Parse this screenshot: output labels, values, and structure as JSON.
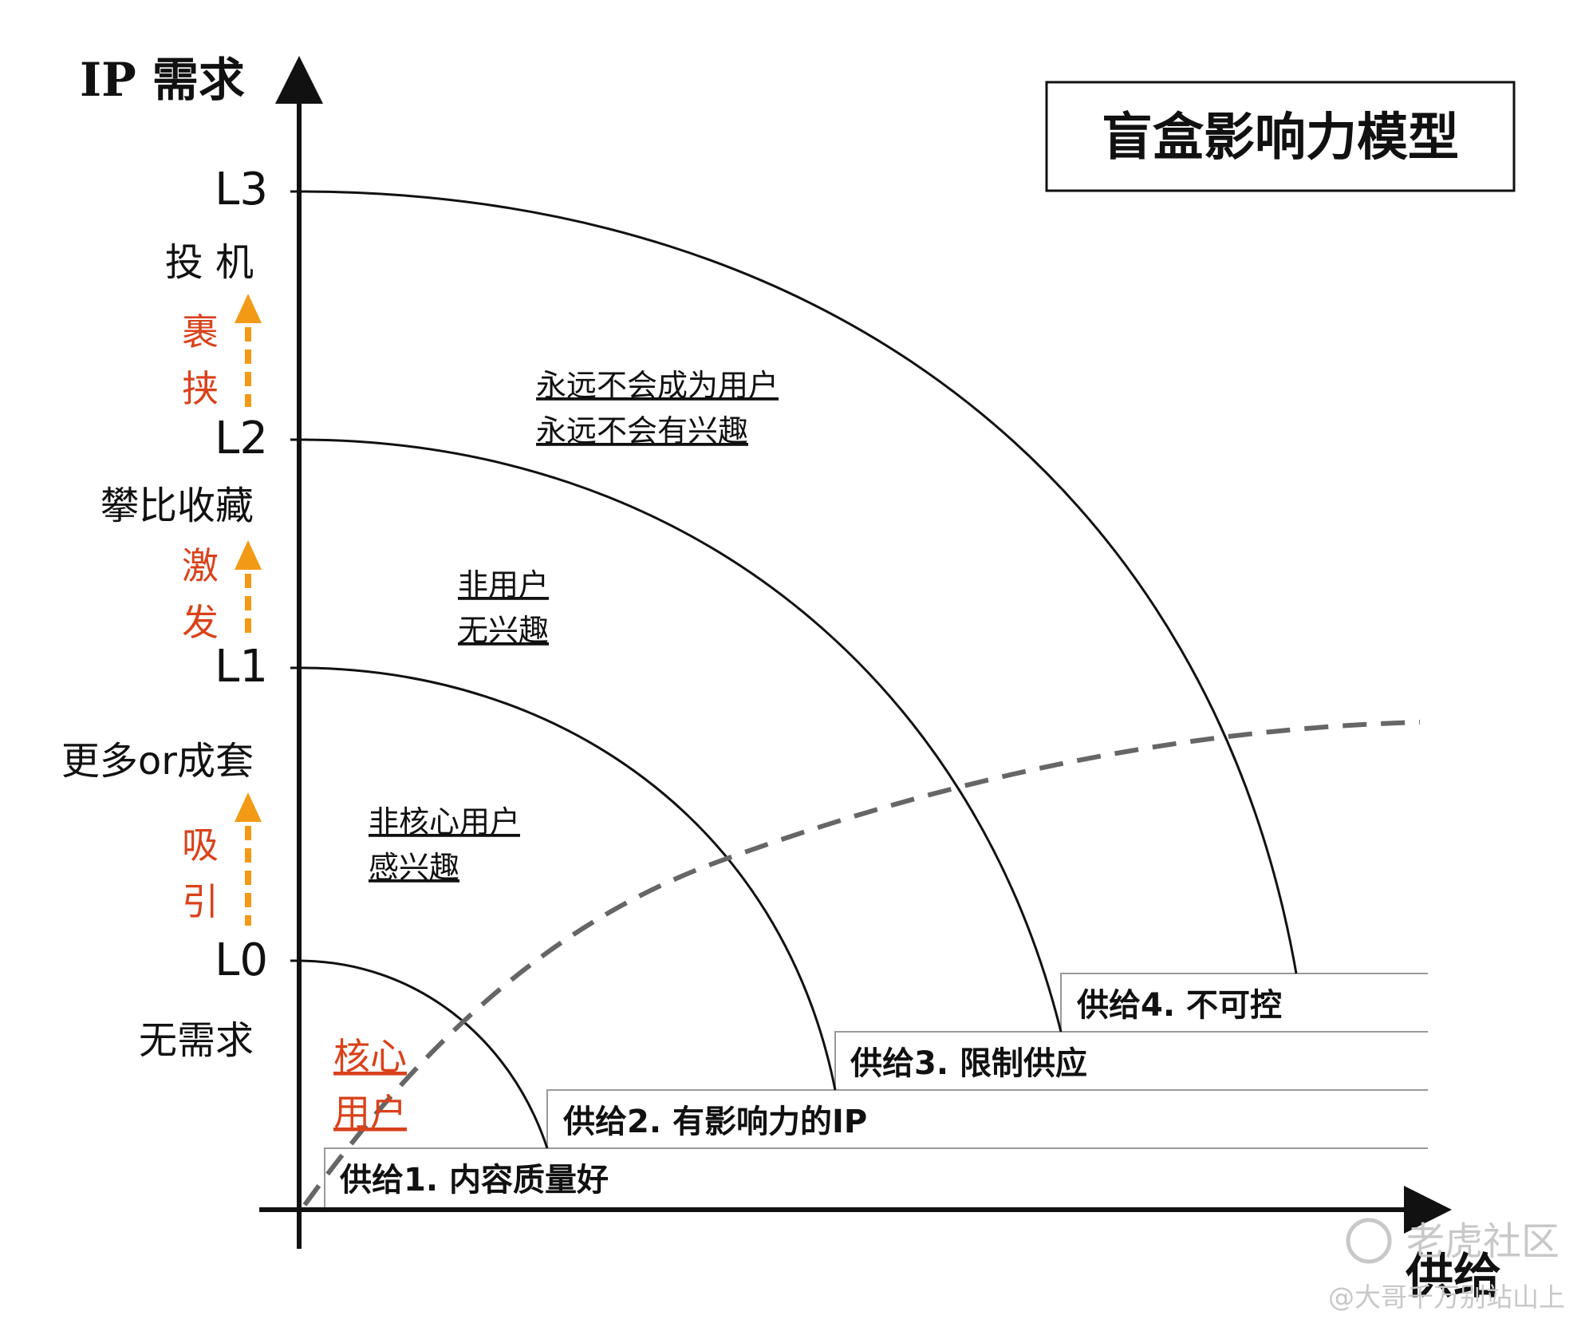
{
  "axes": {
    "y_label": "IP 需求",
    "x_label": "供给"
  },
  "title": "盲盒影响力模型",
  "levels": [
    {
      "label": "L0"
    },
    {
      "label": "L1"
    },
    {
      "label": "L2"
    },
    {
      "label": "L3"
    }
  ],
  "demand_labels": [
    "无需求",
    "更多or成套",
    "攀比收藏",
    "投 机"
  ],
  "drivers": [
    {
      "char1": "吸",
      "char2": "引"
    },
    {
      "char1": "激",
      "char2": "发"
    },
    {
      "char1": "裹",
      "char2": "挟"
    }
  ],
  "core_users": {
    "line1": "核心",
    "line2": "用户"
  },
  "zones": [
    {
      "line1": "非核心用户",
      "line2": "感兴趣"
    },
    {
      "line1": "非用户",
      "line2": "无兴趣"
    },
    {
      "line1": "永远不会成为用户",
      "line2": "永远不会有兴趣"
    }
  ],
  "supply_levels": [
    {
      "label": "供给1. 内容质量好"
    },
    {
      "label": "供给2. 有影响力的IP"
    },
    {
      "label": "供给3. 限制供应"
    },
    {
      "label": "供给4. 不可控"
    }
  ],
  "watermark": {
    "brand": "老虎社区",
    "author": "@大哥千万别站山上"
  },
  "colors": {
    "axis": "#111111",
    "driver_text": "#d9421b",
    "driver_arrow": "#f29a16",
    "dashed_curve": "#666666",
    "step_line": "#999999",
    "watermark": "#c8c8c8"
  }
}
